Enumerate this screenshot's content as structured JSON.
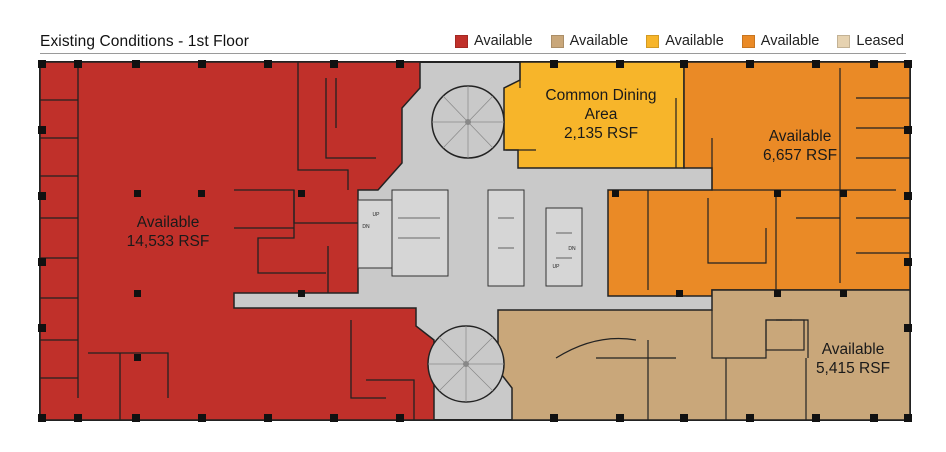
{
  "header": {
    "title": "Existing Conditions - 1st Floor"
  },
  "legend": [
    {
      "label": "Available",
      "color": "#c0302a"
    },
    {
      "label": "Available",
      "color": "#c9a77a"
    },
    {
      "label": "Available",
      "color": "#f7b52a"
    },
    {
      "label": "Available",
      "color": "#ea8a26"
    },
    {
      "label": "Leased",
      "color": "#e6d2b0"
    }
  ],
  "spaces": {
    "west": {
      "name": "Available",
      "area": "14,533 RSF",
      "color": "#c0302a"
    },
    "dining": {
      "name_line1": "Common Dining",
      "name_line2": "Area",
      "area": "2,135 RSF",
      "color": "#f7b52a"
    },
    "northeast": {
      "name": "Available",
      "area": "6,657 RSF",
      "color": "#ea8a26"
    },
    "southeast": {
      "name": "Available",
      "area": "5,415 RSF",
      "color": "#c9a77a"
    }
  },
  "core": {
    "color": "#c9c9c9",
    "stair_labels": [
      "UP",
      "DN",
      "UP",
      "DN"
    ]
  }
}
